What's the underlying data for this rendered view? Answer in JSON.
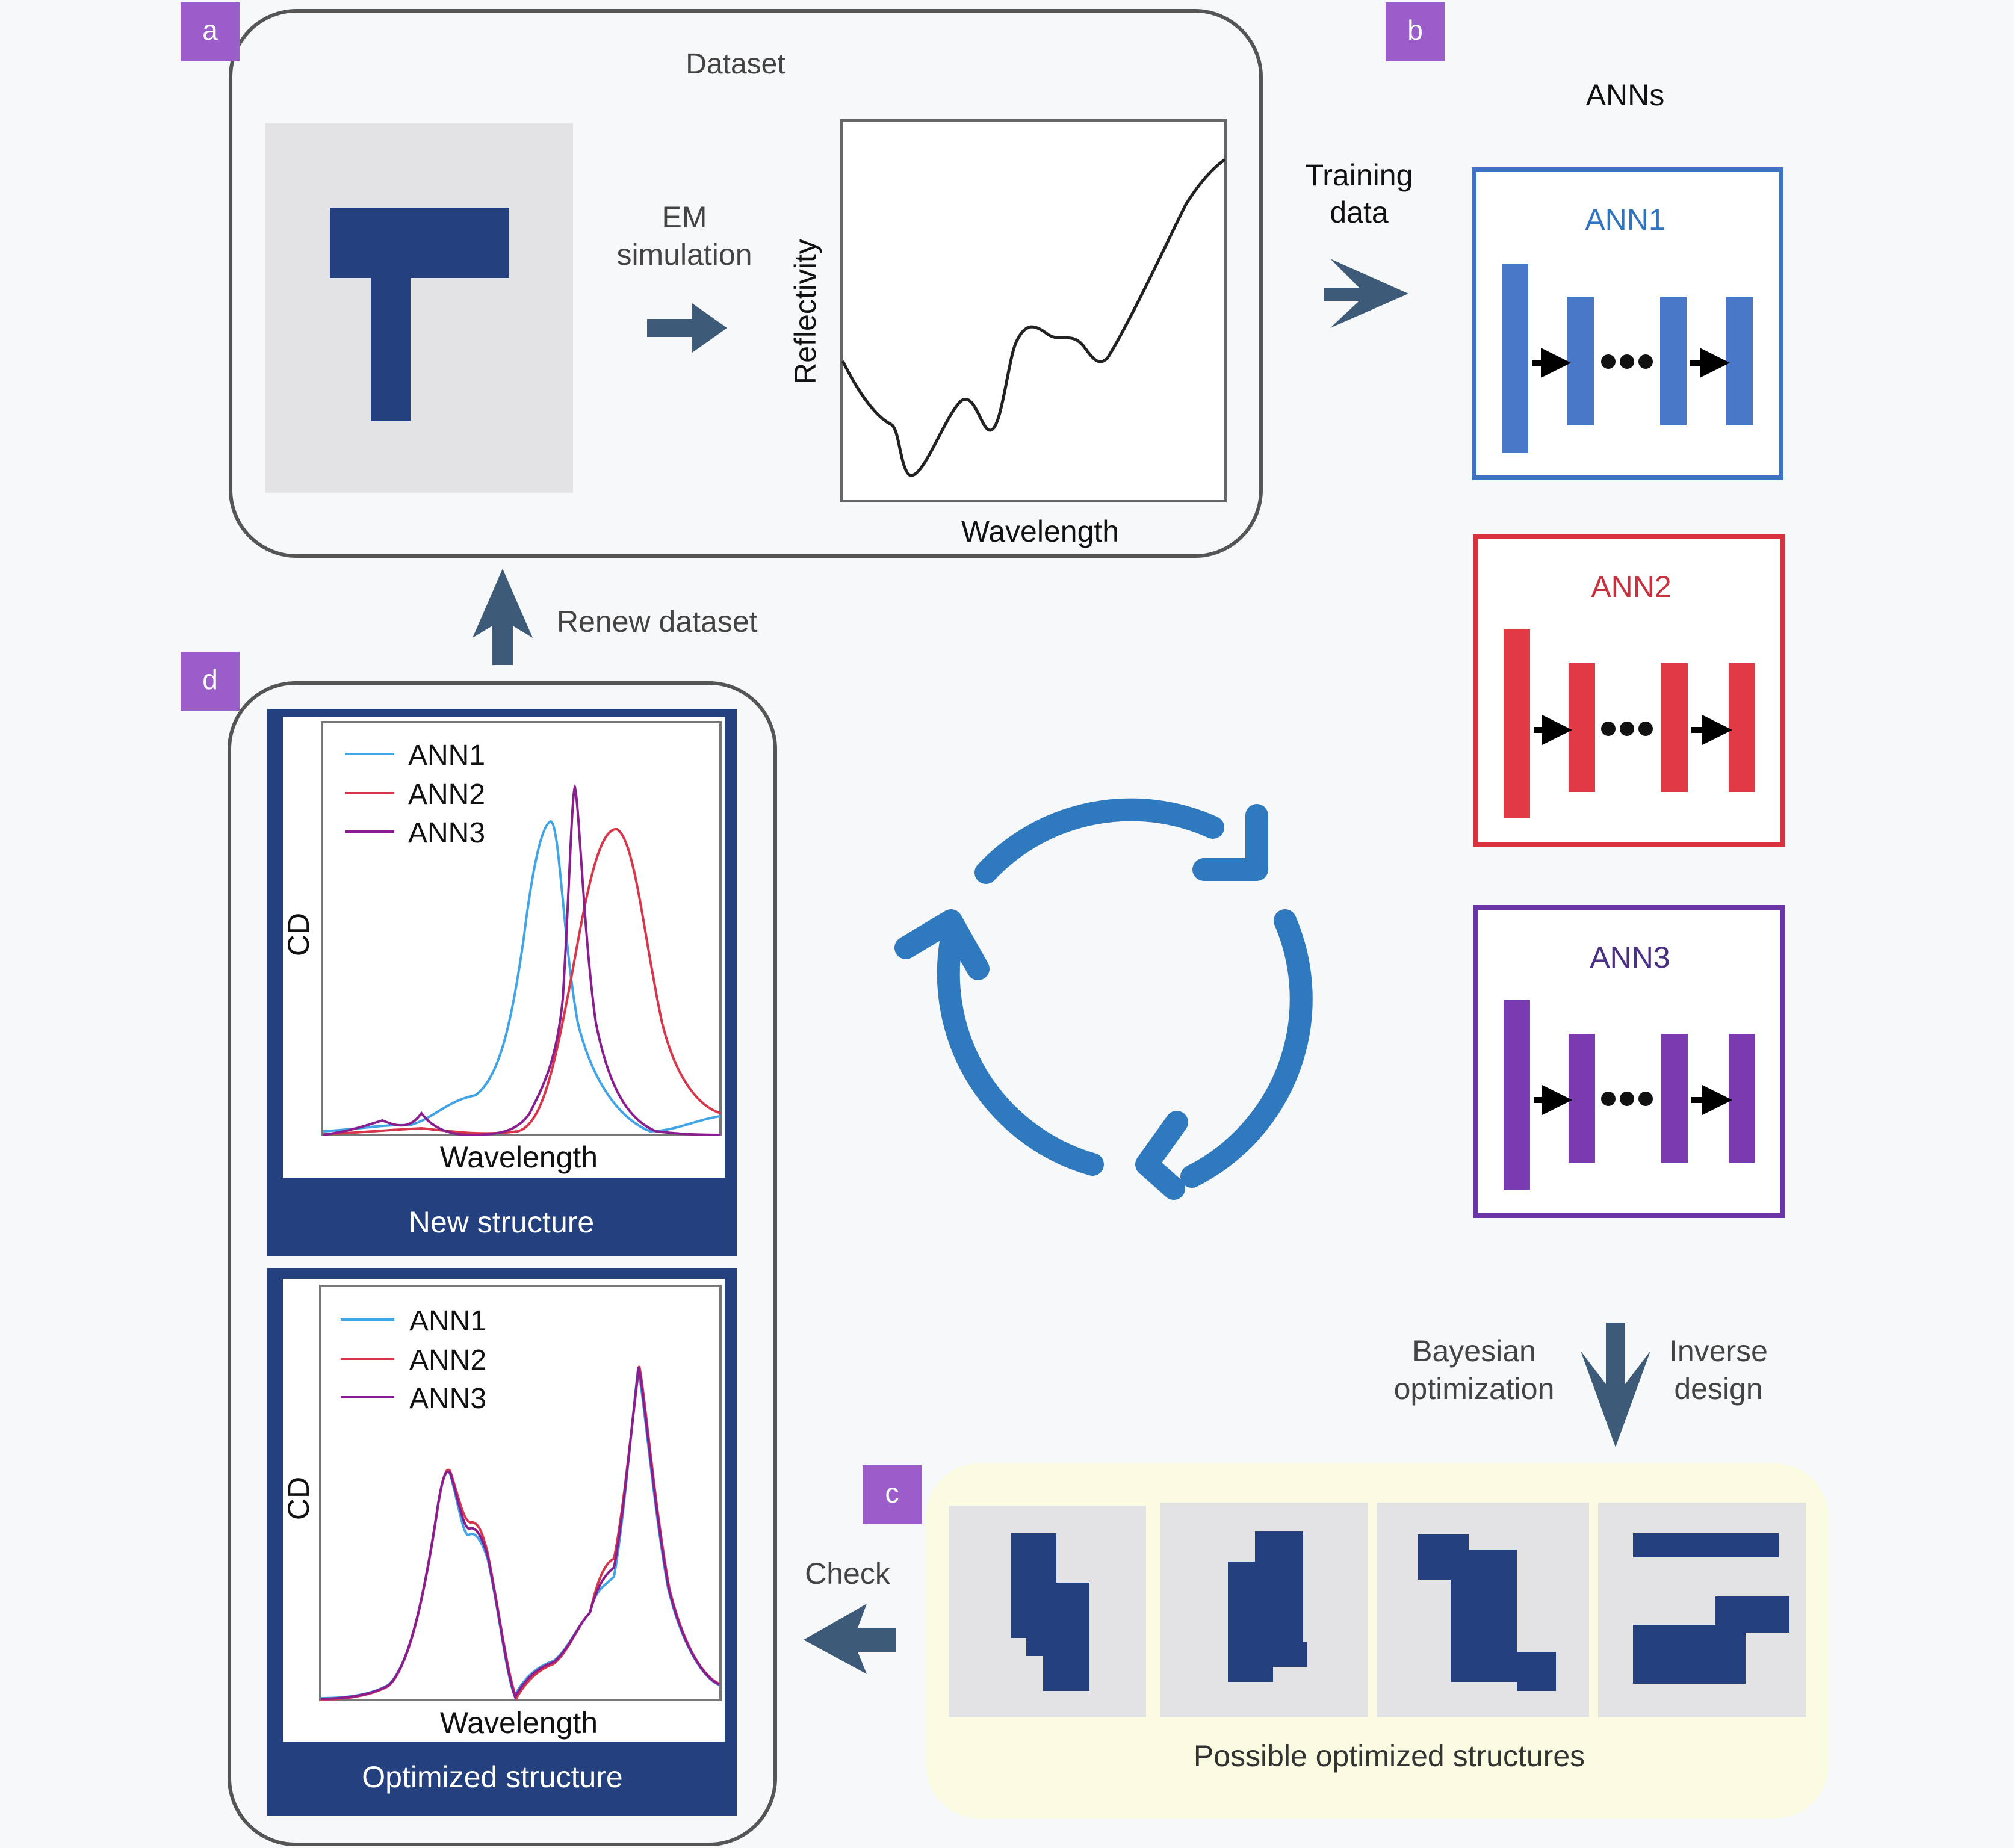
{
  "panels": {
    "a": {
      "badge": "a",
      "title": "Dataset",
      "process_label_1": "EM",
      "process_label_2": "simulation",
      "plot": {
        "ylabel": "Reflectivity",
        "xlabel": "Wavelength"
      }
    },
    "b": {
      "badge": "b",
      "title": "ANNs",
      "training_label_1": "Training",
      "training_label_2": "data",
      "networks": [
        {
          "label": "ANN1",
          "color": "#4a78c8",
          "border": "#3d72c4"
        },
        {
          "label": "ANN2",
          "color": "#e23a44",
          "border": "#d8323e"
        },
        {
          "label": "ANN3",
          "color": "#7a3ab0",
          "border": "#6a35a6"
        }
      ]
    },
    "c": {
      "badge": "c",
      "bayes_1": "Bayesian",
      "bayes_2": "optimization",
      "inverse_1": "Inverse",
      "inverse_2": "design",
      "check": "Check",
      "caption": "Possible optimized structures"
    },
    "d": {
      "badge": "d",
      "renew": "Renew dataset",
      "new_plot": {
        "ylabel": "CD",
        "xlabel": "Wavelength",
        "legend": [
          "ANN1",
          "ANN2",
          "ANN3"
        ],
        "caption": "New structure"
      },
      "opt_plot": {
        "ylabel": "CD",
        "xlabel": "Wavelength",
        "legend": [
          "ANN1",
          "ANN2",
          "ANN3"
        ],
        "caption": "Optimized structure"
      }
    }
  },
  "colors": {
    "badge": "#9b5dc9",
    "navy": "#24407e",
    "arrow": "#3d5a78",
    "cycle": "#2f79bf",
    "line_ann1": "#41a4e6",
    "line_ann2": "#d8364a",
    "line_ann3": "#8a1e8f",
    "panel_c_bg": "#fafbe0"
  }
}
